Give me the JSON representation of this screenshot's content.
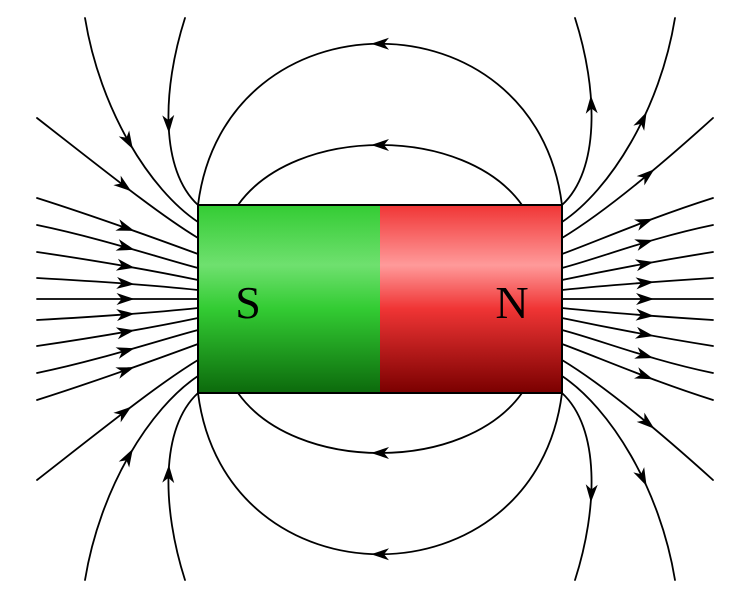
{
  "magnet": {
    "south_label": "S",
    "north_label": "N",
    "south_color_light": "#6fe06f",
    "south_color": "#33cc33",
    "south_color_dark": "#0c6a0c",
    "north_color_light": "#ff9a9a",
    "north_color": "#f03535",
    "north_color_dark": "#7a0000",
    "outline_color": "#000000"
  },
  "field": {
    "line_color": "#000000",
    "direction": "north-to-south"
  }
}
